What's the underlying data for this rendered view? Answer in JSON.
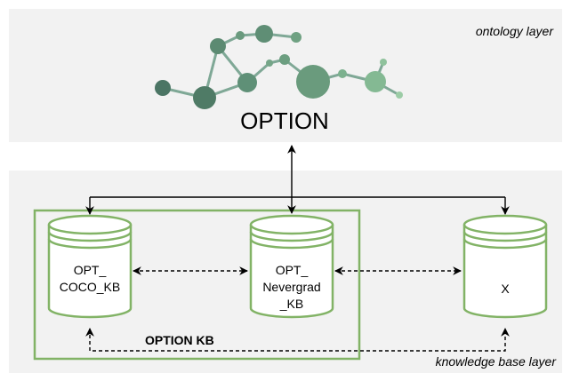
{
  "layers": {
    "ontology": {
      "label": "ontology layer",
      "title": "OPTION"
    },
    "knowledge_base": {
      "label": "knowledge base layer",
      "group_label": "OPTION KB"
    }
  },
  "databases": [
    {
      "id": "coco",
      "lines": [
        "OPT_",
        "COCO_KB"
      ]
    },
    {
      "id": "nevergrad",
      "lines": [
        "OPT_",
        "Nevergrad",
        "_KB"
      ]
    },
    {
      "id": "x",
      "lines": [
        "X"
      ]
    }
  ],
  "colors": {
    "panel_bg": "#f2f2f2",
    "db_green": "#82b366",
    "db_fill": "#ffffff",
    "node_dark": "#4a7462",
    "node_light": "#8cc09a"
  }
}
